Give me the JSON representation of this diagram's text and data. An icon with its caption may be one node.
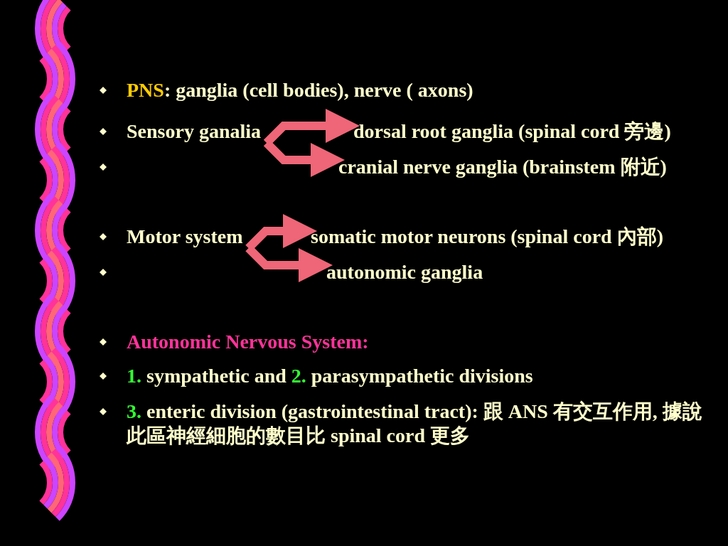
{
  "diagram": {
    "nodes": [
      {
        "text": [
          "Sensory ganalia"
        ]
      },
      {
        "text": [
          "dorsal root ganglia (spinal cord 旁邊)"
        ]
      },
      {
        "text": [
          "cranial nerve ganglia (brainstem 附近)"
        ]
      },
      {
        "text": [
          "Motor system"
        ]
      },
      {
        "text": [
          "somatic motor neurons (spinal cord 內部)"
        ]
      },
      {
        "text": [
          "autonomic ganglia"
        ]
      }
    ],
    "edges": [
      {
        "from": 0,
        "to": 1,
        "arrow": "to"
      },
      {
        "from": 0,
        "to": 2,
        "arrow": "to"
      },
      {
        "from": 3,
        "to": 4,
        "arrow": "to"
      },
      {
        "from": 3,
        "to": 5,
        "arrow": "to"
      }
    ],
    "labels": [
      "PNS: ganglia (cell bodies), nerve ( axons)",
      "Autonomic Nervous System:",
      "1. sympathetic and 2. parasympathetic divisions",
      "3. enteric division (gastrointestinal tract): 跟 ANS 有交互作用, 據說此區神經細胞的數目比 spinal cord 更多"
    ]
  }
}
